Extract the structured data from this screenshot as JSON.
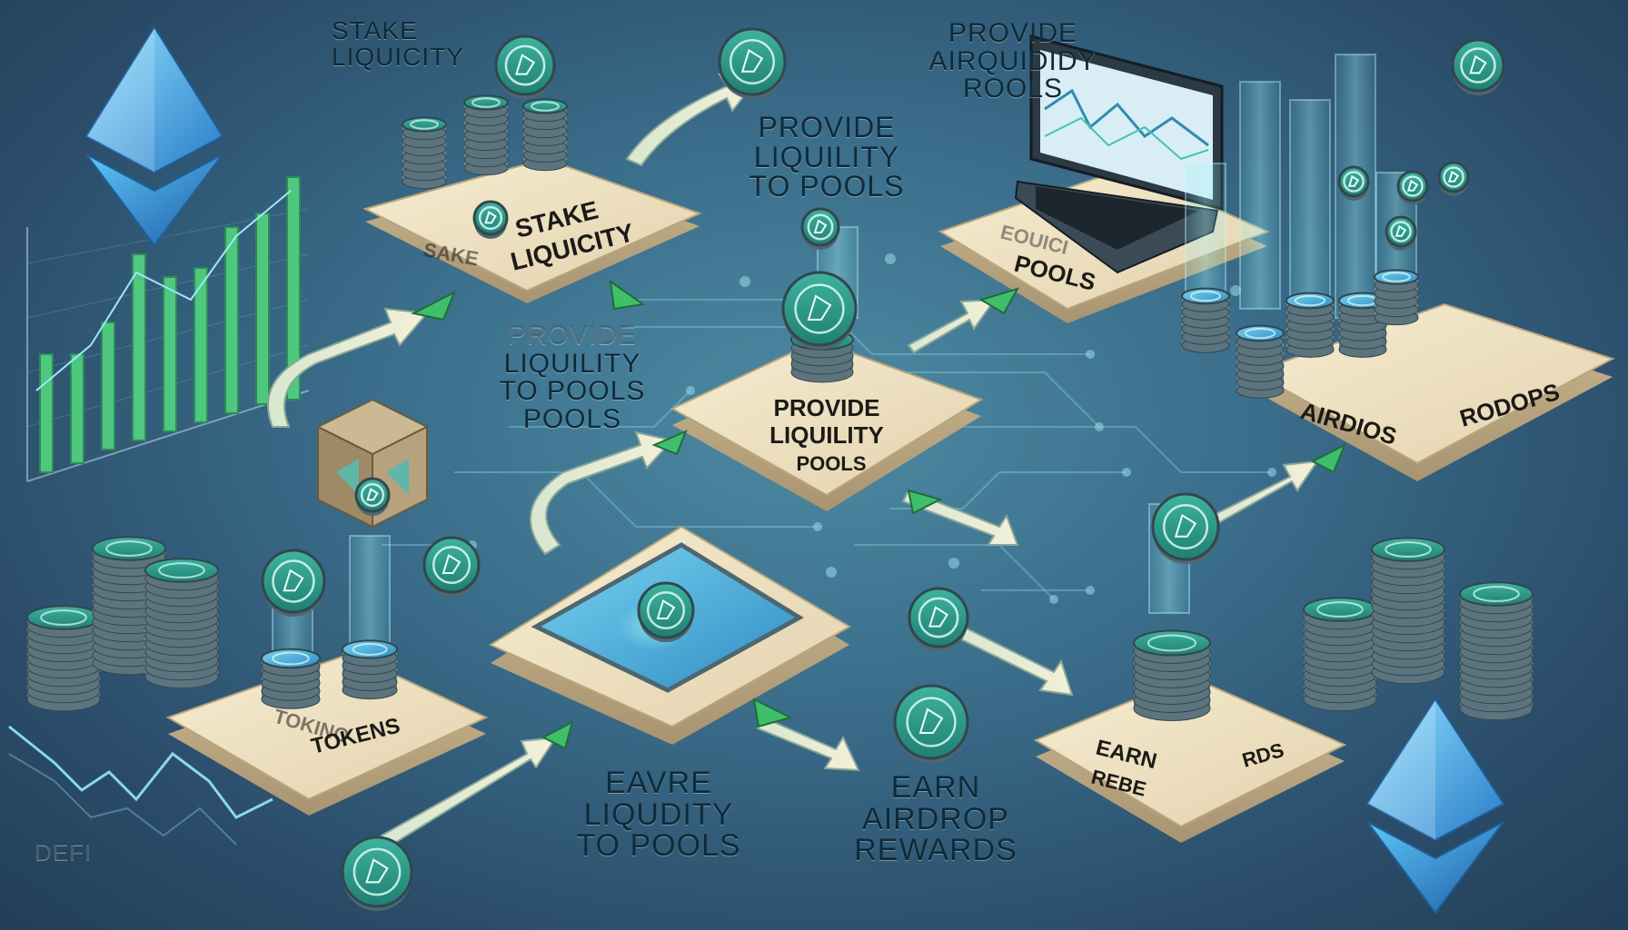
{
  "captions": {
    "top_left": [
      "STAKE",
      "LIQUICITY"
    ],
    "top_right": [
      "PROVIDE",
      "AIRQUIDIDY",
      "ROOLS"
    ],
    "upper_center": [
      "PROVIDE",
      "LIQUILITY",
      "TO POOLS"
    ],
    "mid_left": [
      "PROVIDE",
      "LIQUILITY",
      "TO POOLS",
      "POOLS"
    ],
    "bottom_center": [
      "EAVRE",
      "LIQUDITY",
      "TO POOLS"
    ],
    "bottom_right": [
      "EARN",
      "AIRDROP",
      "REWARDS"
    ],
    "defi": [
      "DEFI"
    ]
  },
  "tiles": {
    "stake": [
      "STAKE",
      "LIQUICITY"
    ],
    "stake_side": "SAKE",
    "provide": [
      "PROVIDE",
      "LIQUILITY",
      "POOLS"
    ],
    "pools": [
      "EOUICI",
      "POOLS"
    ],
    "airdrops": [
      "AIRDIOS",
      "RODOPS"
    ],
    "tokens": [
      "TOKINO",
      "TOKENS"
    ],
    "earn": [
      "EARN",
      "REBE",
      "RDS"
    ]
  },
  "colors": {
    "accent_green": "#3fbf6a",
    "coin_teal": "#2e9e8c",
    "tile_beige": "#efe3c4",
    "eth_blue": "#3a9ee0"
  }
}
